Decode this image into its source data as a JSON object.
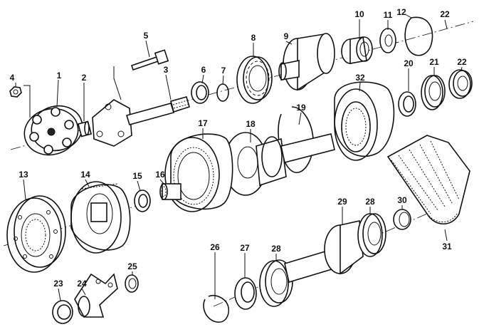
{
  "diagram": {
    "part_numbers": [
      "1",
      "2",
      "3",
      "4",
      "5",
      "6",
      "7",
      "8",
      "9",
      "10",
      "11",
      "12",
      "13",
      "14",
      "15",
      "16",
      "17",
      "18",
      "19",
      "20",
      "21",
      "22",
      "23",
      "24",
      "25",
      "26",
      "27",
      "28",
      "28",
      "29",
      "30",
      "31",
      "32"
    ]
  }
}
